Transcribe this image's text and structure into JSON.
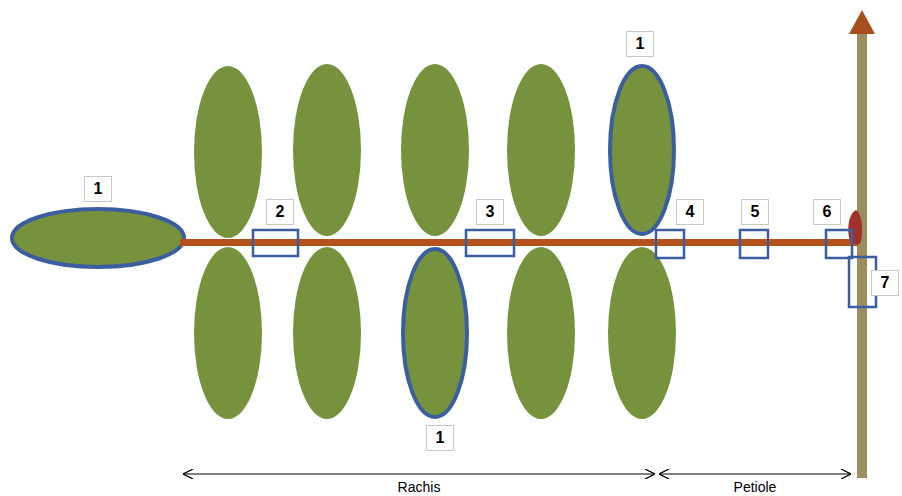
{
  "diagram": {
    "labels": [
      "1",
      "1",
      "2",
      "3",
      "4",
      "5",
      "6",
      "7",
      "1",
      "Rachis",
      "Petiole"
    ]
  }
}
